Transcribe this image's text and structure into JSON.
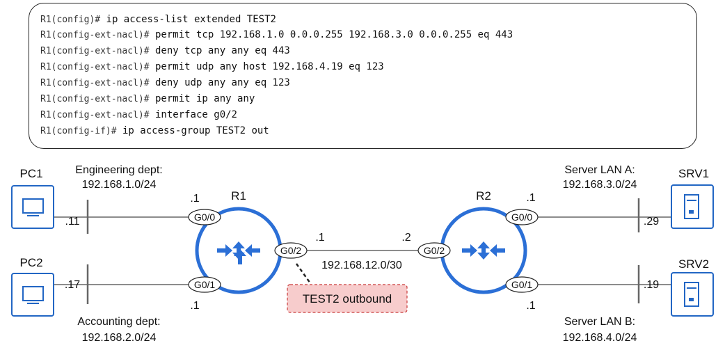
{
  "cli": [
    {
      "prompt": "R1(config)#",
      "command": " ip access-list extended TEST2"
    },
    {
      "prompt": "R1(config-ext-nacl)#",
      "command": " permit tcp 192.168.1.0 0.0.0.255 192.168.3.0 0.0.0.255 eq 443"
    },
    {
      "prompt": "R1(config-ext-nacl)#",
      "command": " deny tcp any any eq 443"
    },
    {
      "prompt": "R1(config-ext-nacl)#",
      "command": " permit udp any host 192.168.4.19 eq 123"
    },
    {
      "prompt": "R1(config-ext-nacl)#",
      "command": " deny udp any any eq 123"
    },
    {
      "prompt": "R1(config-ext-nacl)#",
      "command": " permit ip any any"
    },
    {
      "prompt": "R1(config-ext-nacl)#",
      "command": " interface g0/2"
    },
    {
      "prompt": "R1(config-if)#",
      "command": " ip access-group TEST2 out"
    }
  ],
  "devices": {
    "pc1": "PC1",
    "pc2": "PC2",
    "r1": "R1",
    "r2": "R2",
    "srv1": "SRV1",
    "srv2": "SRV2"
  },
  "lans": {
    "engineering": {
      "name": "Engineering dept:",
      "subnet": "192.168.1.0/24"
    },
    "accounting": {
      "name": "Accounting dept:",
      "subnet": "192.168.2.0/24"
    },
    "server_a": {
      "name": "Server LAN A:",
      "subnet": "192.168.3.0/24"
    },
    "server_b": {
      "name": "Server LAN B:",
      "subnet": "192.168.4.0/24"
    },
    "transit": {
      "subnet": "192.168.12.0/30"
    }
  },
  "interfaces": {
    "r1_g00": "G0/0",
    "r1_g01": "G0/1",
    "r1_g02": "G0/2",
    "r2_g02": "G0/2",
    "r2_g00": "G0/0",
    "r2_g01": "G0/1"
  },
  "host_octets": {
    "pc1": ".11",
    "pc2": ".17",
    "r1_g00": ".1",
    "r1_g01": ".1",
    "r1_g02": ".1",
    "r2_g02": ".2",
    "r2_g00": ".1",
    "r2_g01": ".1",
    "srv1": ".29",
    "srv2": ".19"
  },
  "acl_callout": "TEST2 outbound",
  "colors": {
    "device_blue": "#2266c4",
    "router_blue": "#2b6fd6",
    "callout_fill": "#f7cccc",
    "callout_border": "#c93b3b",
    "line": "#666666"
  },
  "icons": {
    "pc": "monitor-icon",
    "server": "server-icon",
    "router": "router-arrows-icon"
  }
}
